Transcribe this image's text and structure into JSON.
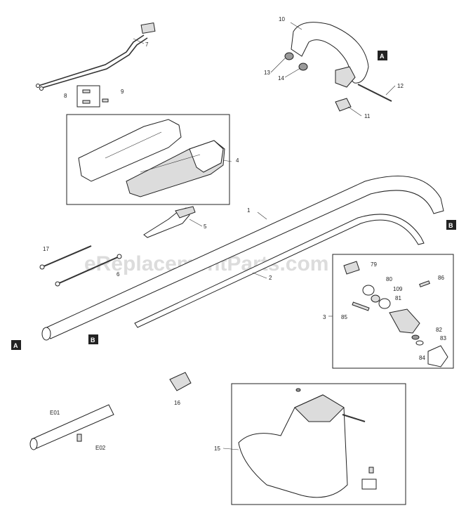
{
  "watermark": "eReplacementParts.com",
  "parts": [
    {
      "id": "p1",
      "label": "1"
    },
    {
      "id": "p2",
      "label": "2"
    },
    {
      "id": "p3",
      "label": "3"
    },
    {
      "id": "p4",
      "label": "4"
    },
    {
      "id": "p5",
      "label": "5"
    },
    {
      "id": "p6",
      "label": "6"
    },
    {
      "id": "p7",
      "label": "7"
    },
    {
      "id": "p8",
      "label": "8"
    },
    {
      "id": "p9",
      "label": "9"
    },
    {
      "id": "p10",
      "label": "10"
    },
    {
      "id": "p11",
      "label": "11"
    },
    {
      "id": "p12",
      "label": "12"
    },
    {
      "id": "p13",
      "label": "13"
    },
    {
      "id": "p14",
      "label": "14"
    },
    {
      "id": "p15",
      "label": "15"
    },
    {
      "id": "p16",
      "label": "16"
    },
    {
      "id": "p17",
      "label": "17"
    },
    {
      "id": "p79",
      "label": "79"
    },
    {
      "id": "p80",
      "label": "80"
    },
    {
      "id": "p81",
      "label": "81"
    },
    {
      "id": "p82",
      "label": "82"
    },
    {
      "id": "p83",
      "label": "83"
    },
    {
      "id": "p84",
      "label": "84"
    },
    {
      "id": "p85",
      "label": "85"
    },
    {
      "id": "p86",
      "label": "86"
    },
    {
      "id": "p109",
      "label": "109"
    },
    {
      "id": "pE01",
      "label": "E01"
    },
    {
      "id": "pE02",
      "label": "E02"
    }
  ],
  "markers": {
    "a": "A",
    "b": "B"
  }
}
